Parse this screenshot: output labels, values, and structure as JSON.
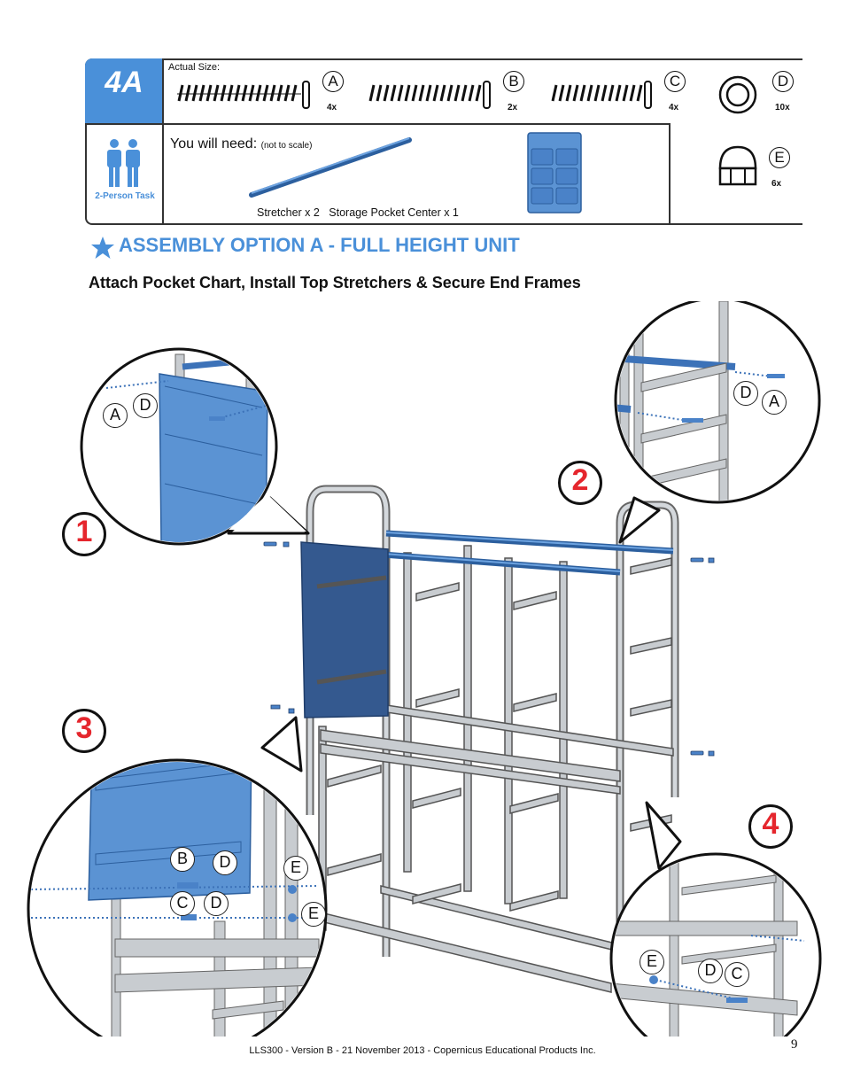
{
  "header": {
    "step": "4A",
    "actual_size_label": "Actual Size:",
    "person_task": "2-Person Task",
    "you_will_need": "You will need:",
    "not_to_scale": "(not to scale)",
    "parts_caption": "Stretcher x 2   Storage Pocket Center x 1",
    "hardware": [
      {
        "letter": "A",
        "qty": "4x"
      },
      {
        "letter": "B",
        "qty": "2x"
      },
      {
        "letter": "C",
        "qty": "4x"
      },
      {
        "letter": "D",
        "qty": "10x"
      },
      {
        "letter": "E",
        "qty": "6x"
      }
    ]
  },
  "section_title": "ASSEMBLY OPTION A - FULL HEIGHT UNIT",
  "subtitle": "Attach Pocket Chart, Install Top Stretchers & Secure End Frames",
  "steps": [
    "1",
    "2",
    "3",
    "4"
  ],
  "callouts": {
    "detail1": [
      "A",
      "D"
    ],
    "detail2": [
      "D",
      "A"
    ],
    "detail3": [
      "B",
      "D",
      "E",
      "C",
      "D",
      "E"
    ],
    "detail4": [
      "E",
      "D",
      "C"
    ]
  },
  "footer": "LLS300 - Version B - 21 November 2013 - Copernicus Educational Products Inc.",
  "page_number": "9",
  "colors": {
    "accent": "#4a90d9",
    "step_red": "#e5262d",
    "frame_gray": "#c8ccd0",
    "panel_blue": "#5b93d3",
    "dark_blue": "#34598f"
  }
}
